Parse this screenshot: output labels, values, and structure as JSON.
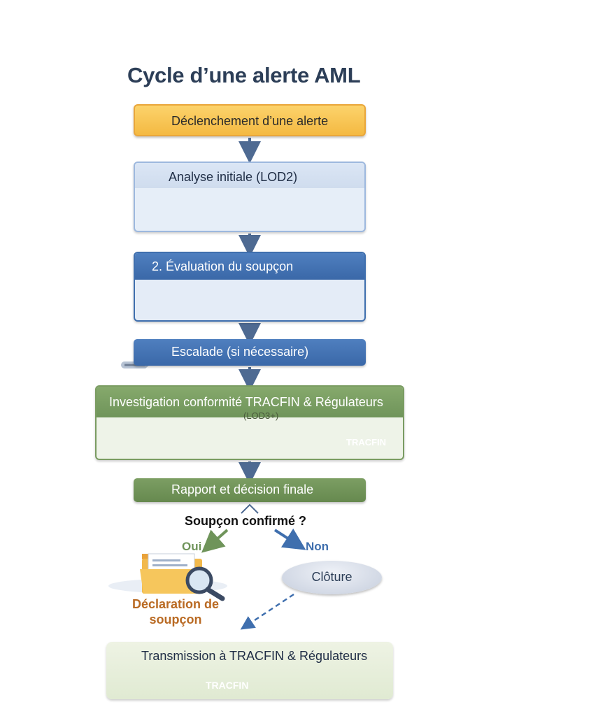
{
  "title": "Cycle d’une alerte AML",
  "steps": {
    "s1": "Déclenchement d’une alerte",
    "s2": "Analyse initiale (LOD2)",
    "s3": "2.  Évaluation du soupçon",
    "s4": "Escalade (si nécessaire)",
    "s5": "Investigation conformité TRACFIN & Régulateurs",
    "s5_sub": "(LOD3+)",
    "s6": "Rapport et décision finale"
  },
  "decision": {
    "question": "Soupçon confirmé ?",
    "yes": "Oui",
    "no": "Non"
  },
  "outcomes": {
    "closure": "Clôture",
    "declaration": "Déclaration de soupçon"
  },
  "final_step": "Transmission à TRACFIN & Régulateurs",
  "badges": {
    "tracfin_1": "TRACFIN",
    "tracfin_2": "TRACFIN"
  },
  "icons": [
    "warning-icon",
    "analysts-illustration",
    "documents-shield-illustration",
    "escalator-icon",
    "investigators-illustration",
    "building-illustration",
    "folder-magnifier-icon"
  ],
  "colors": {
    "alert": "#f4b942",
    "blue": "#3f6fae",
    "green": "#6f945a",
    "orange_text": "#b96a23"
  }
}
